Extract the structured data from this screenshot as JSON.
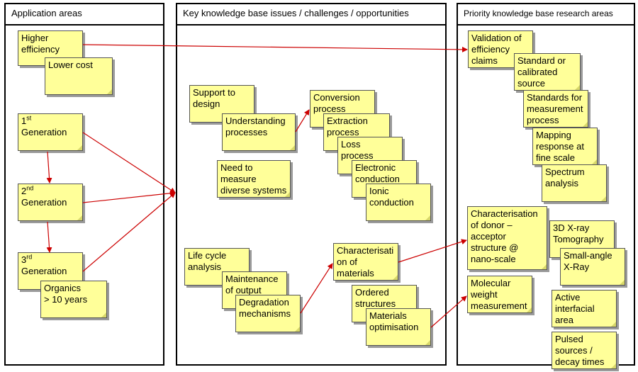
{
  "colors": {
    "note_fill": "#ffff99",
    "arrow": "#cc0000"
  },
  "panels": {
    "application": {
      "title": "Application areas"
    },
    "issues": {
      "title": "Key knowledge base issues / challenges / opportunities"
    },
    "priority": {
      "title": "Priority knowledge base research areas"
    }
  },
  "notes": {
    "higher_efficiency": "Higher\nefficiency",
    "lower_cost": "Lower cost",
    "gen1": {
      "num": "1",
      "sup": "st",
      "rest": "Generation"
    },
    "gen2": {
      "num": "2",
      "sup": "nd",
      "rest": "Generation"
    },
    "gen3": {
      "num": "3",
      "sup": "rd",
      "rest": "Generation"
    },
    "organics": "Organics\n> 10 years",
    "support_design": "Support to\ndesign",
    "understanding": "Understanding\nprocesses",
    "need_measure": "Need to\nmeasure\ndiverse systems",
    "conversion": "Conversion\nprocess",
    "extraction": "Extraction\nprocess",
    "loss": "Loss\nprocess",
    "electronic": "Electronic\nconduction",
    "ionic": "Ionic\nconduction",
    "life_cycle": "Life cycle\nanalysis",
    "maintenance": "Maintenance\nof output",
    "degradation": "Degradation\nmechanisms",
    "characterisation_materials": "Characterisati\non of\nmaterials",
    "ordered": "Ordered\nstructures",
    "materials_opt": "Materials\noptimisation",
    "validation": "Validation of\nefficiency\nclaims",
    "standard_source": "Standard or\ncalibrated\nsource",
    "standards_process": "Standards for\nmeasurement\nprocess",
    "mapping": "Mapping\nresponse at\nfine scale",
    "spectrum": "Spectrum\nanalysis",
    "donor_acceptor": "Characterisation\nof donor –\nacceptor\nstructure @\nnano-scale",
    "xray3d": "3D X-ray\nTomography",
    "small_angle": "Small-angle\nX-Ray",
    "molecular": "Molecular\nweight\nmeasurement",
    "active_area": "Active\ninterfacial\narea",
    "pulsed": "Pulsed\nsources /\ndecay times"
  }
}
